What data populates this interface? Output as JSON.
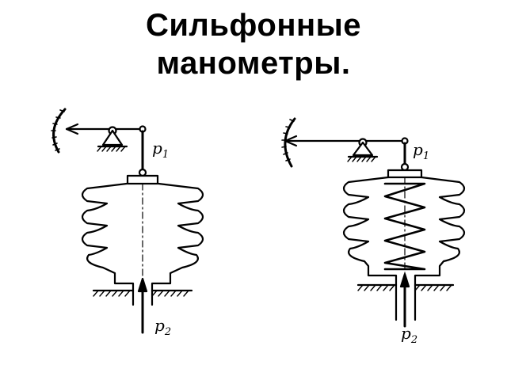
{
  "title": {
    "line1": "Сильфонные",
    "line2": "манометры."
  },
  "left_gauge": {
    "p1_label": "p",
    "p1_sub": "1",
    "p2_label": "p",
    "p2_sub": "2"
  },
  "right_gauge": {
    "p1_label": "p",
    "p1_sub": "1",
    "p2_label": "p",
    "p2_sub": "2"
  }
}
